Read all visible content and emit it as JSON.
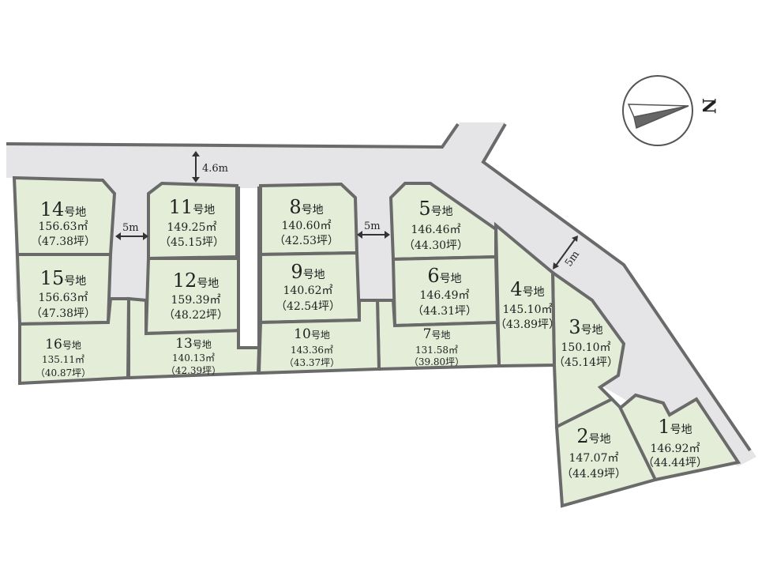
{
  "lot_suffix": "号地",
  "lots": [
    {
      "no": "1",
      "area": "146.92㎡",
      "tsubo": "（44.44坪）"
    },
    {
      "no": "2",
      "area": "147.07㎡",
      "tsubo": "（44.49坪）"
    },
    {
      "no": "3",
      "area": "150.10㎡",
      "tsubo": "（45.14坪）"
    },
    {
      "no": "4",
      "area": "145.10㎡",
      "tsubo": "（43.89坪）"
    },
    {
      "no": "5",
      "area": "146.46㎡",
      "tsubo": "（44.30坪）"
    },
    {
      "no": "6",
      "area": "146.49㎡",
      "tsubo": "（44.31坪）"
    },
    {
      "no": "7",
      "area": "131.58㎡",
      "tsubo": "（39.80坪）"
    },
    {
      "no": "8",
      "area": "140.60㎡",
      "tsubo": "（42.53坪）"
    },
    {
      "no": "9",
      "area": "140.62㎡",
      "tsubo": "（42.54坪）"
    },
    {
      "no": "10",
      "area": "143.36㎡",
      "tsubo": "（43.37坪）"
    },
    {
      "no": "11",
      "area": "149.25㎡",
      "tsubo": "（45.15坪）"
    },
    {
      "no": "12",
      "area": "159.39㎡",
      "tsubo": "（48.22坪）"
    },
    {
      "no": "13",
      "area": "140.13㎡",
      "tsubo": "（42.39坪）"
    },
    {
      "no": "14",
      "area": "156.63㎡",
      "tsubo": "（47.38坪）"
    },
    {
      "no": "15",
      "area": "156.63㎡",
      "tsubo": "（47.38坪）"
    },
    {
      "no": "16",
      "area": "135.11㎡",
      "tsubo": "（40.87坪）"
    }
  ],
  "roads": {
    "main_width": "4.6m",
    "west_width": "5m",
    "center_width": "5m",
    "east_width": "5m"
  },
  "compass": {
    "label": "N"
  },
  "colors": {
    "lot": "#e3edd8",
    "road": "#e5e5e7",
    "border": "#6a6a6a"
  }
}
